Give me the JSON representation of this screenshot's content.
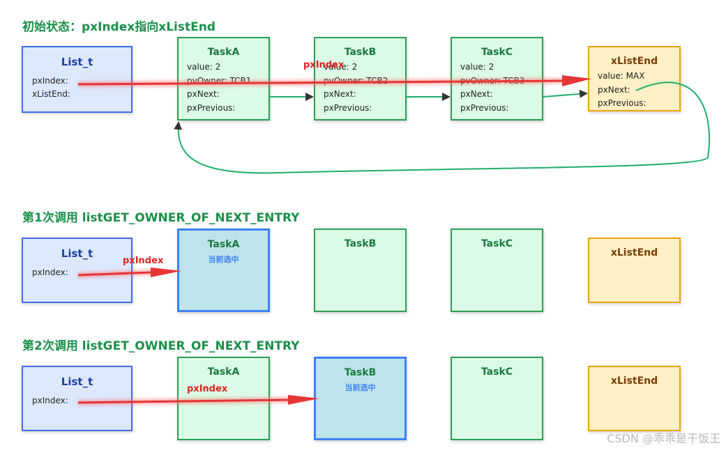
{
  "sections": {
    "initial_title": "初始状态：pxIndex指向xListEnd",
    "call1_title": "第1次调用 listGET_OWNER_OF_NEXT_ENTRY",
    "call2_title": "第2次调用 listGET_OWNER_OF_NEXT_ENTRY"
  },
  "list_t": {
    "title": "List_t",
    "px_index": "pxIndex:",
    "x_list_end": "xListEnd:"
  },
  "tasks": [
    {
      "title": "TaskA",
      "value": "value: 2",
      "owner": "pvOwner: TCB1",
      "next": "pxNext:",
      "previous": "pxPrevious:"
    },
    {
      "title": "TaskB",
      "value": "value: 2",
      "owner": "pvOwner: TCB2",
      "next": "pxNext:",
      "previous": "pxPrevious:"
    },
    {
      "title": "TaskC",
      "value": "value: 2",
      "owner": "pvOwner: TCB3",
      "next": "pxNext:",
      "previous": "pxPrevious:"
    }
  ],
  "x_list_end": {
    "title": "xListEnd",
    "value": "value: MAX",
    "next": "pxNext:",
    "previous": "pxPrevious:"
  },
  "pointer_label": "pxIndex",
  "selected_label": "当前选中",
  "watermark": "CSDN @乖乖是干饭王",
  "colors": {
    "list_fill": "#dce9fd",
    "list_border": "#3d6fe3",
    "task_fill": "#dcfbe6",
    "task_border": "#2a9e52",
    "selected_fill": "#bfe3ea",
    "selected_border": "#3b82f6",
    "end_fill": "#fff0c6",
    "end_border": "#f0a30a",
    "pointer_arrow": "#e02424",
    "link_arrow": "#1fae6a",
    "title": "#1a8f4a"
  }
}
